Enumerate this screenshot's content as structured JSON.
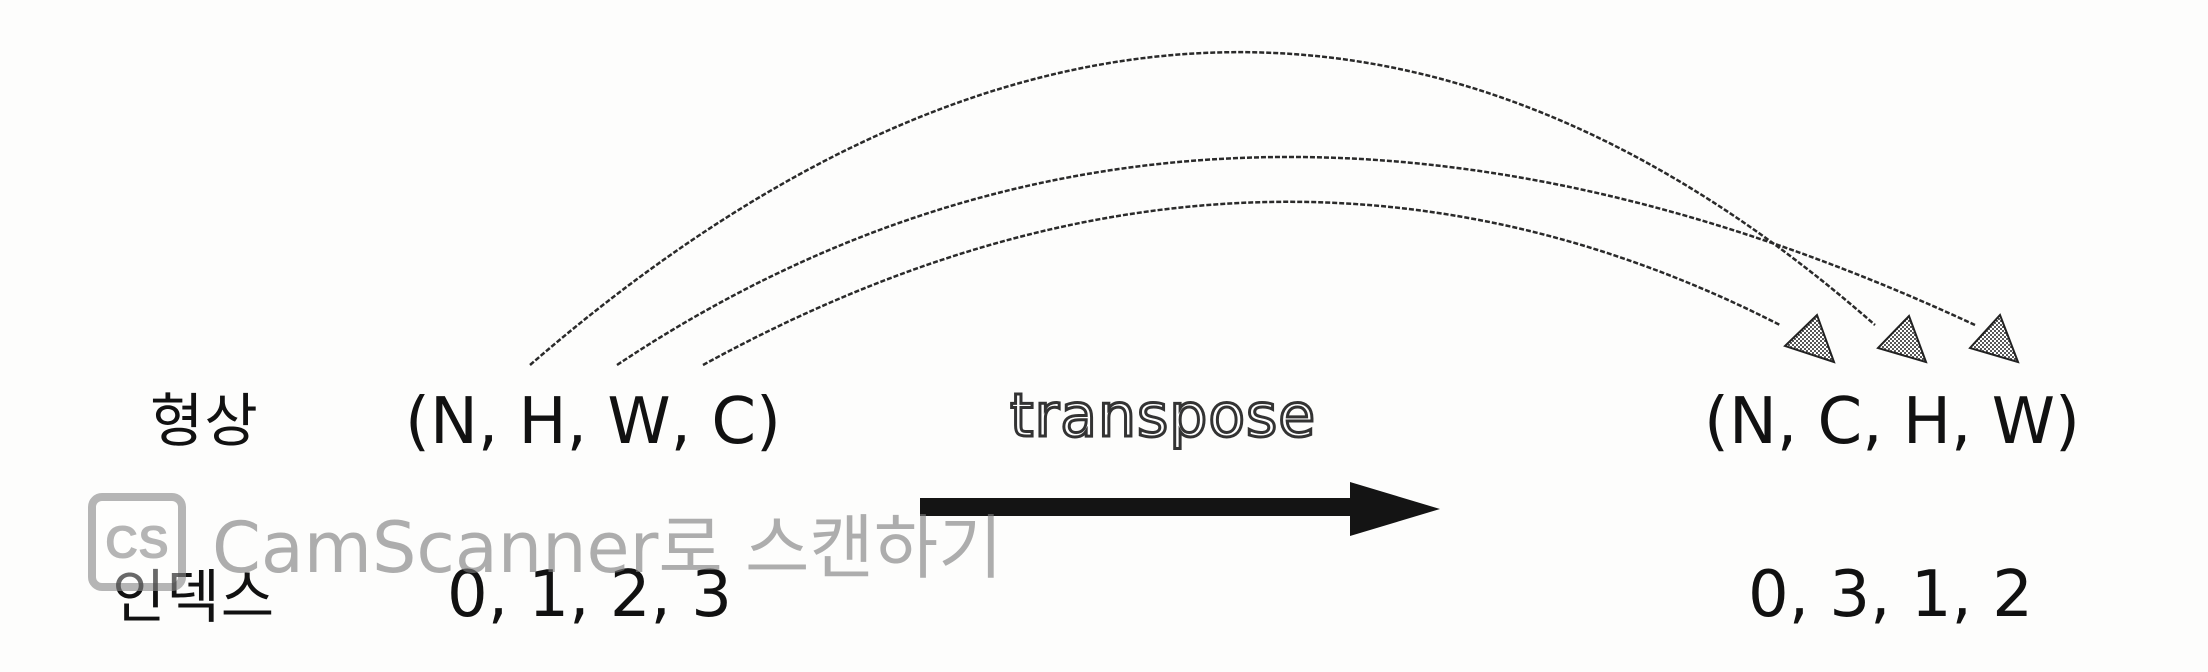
{
  "diagram": {
    "rows": {
      "shape_label": "형상",
      "index_label": "인덱스"
    },
    "source": {
      "shape": "(N, H, W, C)",
      "indices": "0, 1, 2, 3"
    },
    "operation": {
      "label": "transpose"
    },
    "target": {
      "shape": "(N, C, H, W)",
      "indices": "0, 3, 1, 2"
    },
    "mappings": [
      {
        "from": "H",
        "to": "H"
      },
      {
        "from": "W",
        "to": "W"
      },
      {
        "from": "C",
        "to": "C"
      }
    ]
  },
  "watermark": {
    "logo_text": "CS",
    "text": "CamScanner로 스캔하기"
  }
}
